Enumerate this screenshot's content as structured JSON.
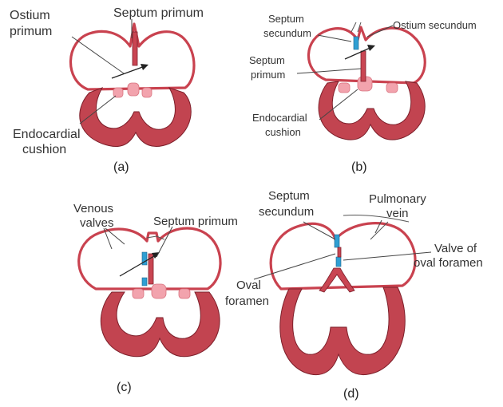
{
  "panels": {
    "a": {
      "caption": "(a)",
      "labels": {
        "ostium_primum_1": "Ostium",
        "ostium_primum_2": "primum",
        "septum_primum": "Septum primum",
        "endocardial_cushion_1": "Endocardial",
        "endocardial_cushion_2": "cushion"
      }
    },
    "b": {
      "caption": "(b)",
      "labels": {
        "septum_secundum_1": "Septum",
        "septum_secundum_2": "secundum",
        "ostium_secundum": "Ostium secundum",
        "septum_primum_1": "Septum",
        "septum_primum_2": "primum",
        "endocardial_cushion_1": "Endocardial",
        "endocardial_cushion_2": "cushion"
      }
    },
    "c": {
      "caption": "(c)",
      "labels": {
        "venous_valves_1": "Venous",
        "venous_valves_2": "valves",
        "septum_primum": "Septum primum"
      }
    },
    "d": {
      "caption": "(d)",
      "labels": {
        "septum_secundum_1": "Septum",
        "septum_secundum_2": "secundum",
        "pulmonary_vein_1": "Pulmonary",
        "pulmonary_vein_2": "vein",
        "valve_oval_foramen_1": "Valve of",
        "valve_oval_foramen_2": "oval foramen",
        "oval_foramen_1": "Oval",
        "oval_foramen_2": "foramen"
      }
    }
  },
  "colors": {
    "wall": "#c9424f",
    "myocardium": "#c24450",
    "cushion": "#f2a3ad",
    "septum_secundum": "#2f9fd3"
  }
}
